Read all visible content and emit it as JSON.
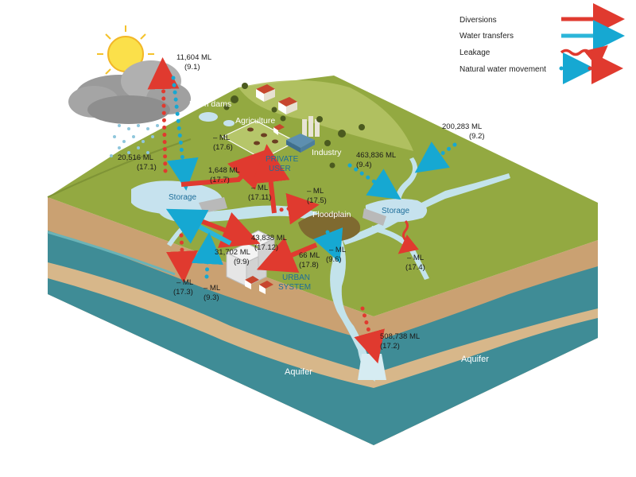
{
  "legend": {
    "diversions": "Diversions",
    "water_transfers": "Water transfers",
    "leakage": "Leakage",
    "natural": "Natural water movement"
  },
  "colors": {
    "diversion": "#e03a2f",
    "transfer": "#2bb6d9",
    "natural_blue": "#16a8d2",
    "natural_red": "#e03a2f",
    "terrain": "#93a941",
    "river": "#b9dbe4",
    "aquifer": "#3f8c96",
    "soil": "#caa172"
  },
  "places": {
    "farm_dams": "Farm dams",
    "agriculture": "Agriculture",
    "industry": "Industry",
    "private_user_1": "PRIVATE",
    "private_user_2": "USER",
    "storage_left": "Storage",
    "storage_right": "Storage",
    "floodplain": "Floodplain",
    "urban_1": "URBAN",
    "urban_2": "SYSTEM",
    "aquifer_left": "Aquifer",
    "aquifer_right": "Aquifer"
  },
  "flows": {
    "f91": {
      "value": "11,604 ML",
      "code": "(9.1)"
    },
    "f171": {
      "value": "20,516 ML",
      "code": "(17.1)"
    },
    "f176": {
      "value": "– ML",
      "code": "(17.6)"
    },
    "f177": {
      "value": "1,648 ML",
      "code": "(17.7)"
    },
    "f1711": {
      "value": "– ML",
      "code": "(17.11)"
    },
    "f175": {
      "value": "– ML",
      "code": "(17.5)"
    },
    "f94": {
      "value": "463,836 ML",
      "code": "(9.4)"
    },
    "f92": {
      "value": "200,283 ML",
      "code": "(9.2)"
    },
    "f1712": {
      "value": "43,838 ML",
      "code": "(17.12)"
    },
    "f99": {
      "value": "31,702 ML",
      "code": "(9.9)"
    },
    "f178": {
      "value": "66 ML",
      "code": "(17.8)"
    },
    "f96": {
      "value": "– ML",
      "code": "(9.6)"
    },
    "f174": {
      "value": "– ML",
      "code": "(17.4)"
    },
    "f173": {
      "value": "– ML",
      "code": "(17.3)"
    },
    "f93": {
      "value": "– ML",
      "code": "(9.3)"
    },
    "f172": {
      "value": "508,738 ML",
      "code": "(17.2)"
    }
  }
}
